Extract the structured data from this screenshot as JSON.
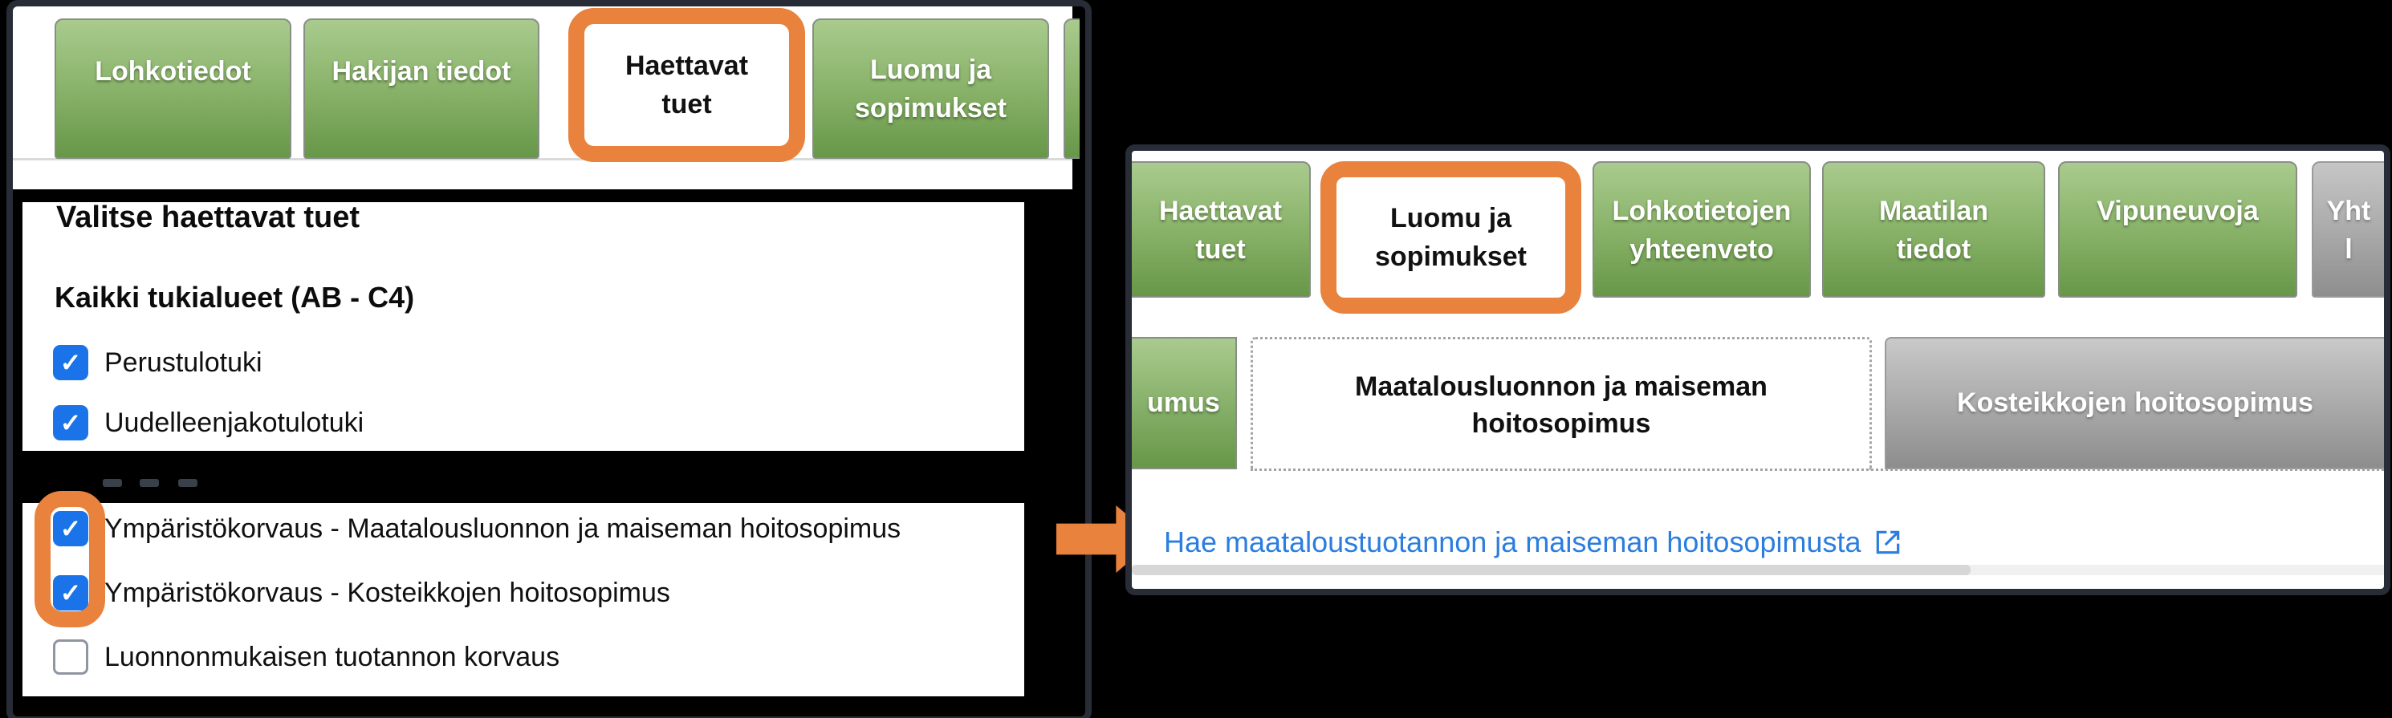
{
  "glyphs": {
    "check": "✓",
    "ellipsis_note": "content-omitted-dashes"
  },
  "colors": {
    "accent_orange": "#e8823c",
    "tab_green_top": "#a9cb8e",
    "tab_green_bottom": "#679748",
    "frame_navy": "#272c36",
    "checkbox_blue": "#1a73e8",
    "link_blue": "#2b7de0",
    "disabled_tab_gray": "#8e8e8e"
  },
  "left_panel": {
    "tabs": [
      {
        "label": "Lohkotiedot",
        "state": "default"
      },
      {
        "label": "Hakijan tiedot",
        "state": "default"
      },
      {
        "line1": "Haettavat",
        "line2": "tuet",
        "state": "selected",
        "highlighted": true
      },
      {
        "line1": "Luomu ja",
        "line2": "sopimukset",
        "state": "default"
      }
    ],
    "heading": "Valitse haettavat tuet",
    "subheading": "Kaikki tukialueet (AB - C4)",
    "checkbox_rows_top": [
      {
        "label": "Perustulotuki",
        "checked": true
      },
      {
        "label": "Uudelleenjakotulotuki",
        "checked": true
      }
    ],
    "checkbox_rows_bottom": [
      {
        "label": "Ympäristökorvaus - Maatalousluonnon ja maiseman hoitosopimus",
        "checked": true,
        "highlighted": true
      },
      {
        "label": "Ympäristökorvaus - Kosteikkojen hoitosopimus",
        "checked": true,
        "highlighted": true
      },
      {
        "label": "Luonnonmukaisen tuotannon korvaus",
        "checked": false
      }
    ]
  },
  "right_panel": {
    "tabs": [
      {
        "line1": "Haettavat",
        "line2": "tuet",
        "state": "default"
      },
      {
        "line1": "Luomu ja",
        "line2": "sopimukset",
        "state": "selected",
        "highlighted": true
      },
      {
        "line1": "Lohkotietojen",
        "line2": "yhteenveto",
        "state": "default"
      },
      {
        "line1": "Maatilan",
        "line2": "tiedot",
        "state": "default"
      },
      {
        "line1": "Vipuneuvoja",
        "line2": "",
        "state": "default"
      },
      {
        "line1": "Yht",
        "line2": "l",
        "state": "disabled",
        "truncated": true
      }
    ],
    "subtabs": [
      {
        "label": "umus",
        "style": "green",
        "truncated": true
      },
      {
        "line1": "Maatalousluonnon ja maiseman",
        "line2": "hoitosopimus",
        "state": "selected"
      },
      {
        "label": "Kosteikkojen hoitosopimus",
        "style": "gray",
        "truncated": true
      }
    ],
    "link": {
      "label": "Hae maataloustuotannon ja maiseman hoitosopimusta"
    }
  }
}
